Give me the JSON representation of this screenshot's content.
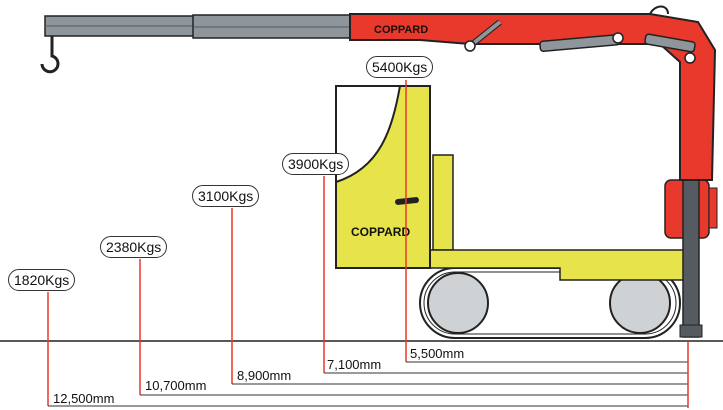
{
  "brand": {
    "boom_logo": "COPPARD",
    "body_logo": "COPPARD"
  },
  "colors": {
    "crane_red": "#e8392c",
    "machine_yellow": "#e6e44a",
    "boom_grey": "#8e969c",
    "marker_red": "#e8392c"
  },
  "capacities": [
    {
      "load": "1820Kgs",
      "reach": "12,500mm"
    },
    {
      "load": "2380Kgs",
      "reach": "10,700mm"
    },
    {
      "load": "3100Kgs",
      "reach": "8,900mm"
    },
    {
      "load": "3900Kgs",
      "reach": "7,100mm"
    },
    {
      "load": "5400Kgs",
      "reach": "5,500mm"
    }
  ]
}
